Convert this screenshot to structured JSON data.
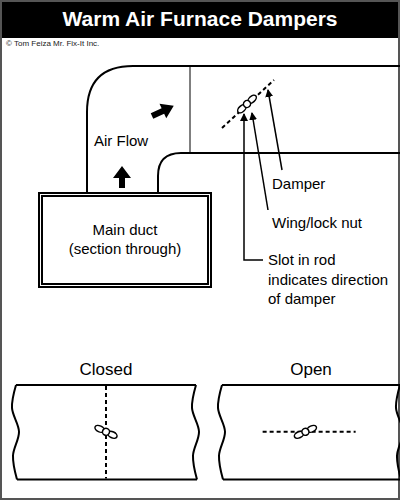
{
  "diagram": {
    "title": "Warm Air Furnace Dampers",
    "nodes": [
      {
        "text": [
          "Main duct (section through)"
        ]
      },
      {
        "text": [
          "Closed"
        ]
      },
      {
        "text": [
          "Open"
        ]
      }
    ],
    "labels": [
      "© Tom Feiza Mr. Fix-It Inc.",
      "Air Flow",
      "Damper",
      "Wing/lock nut",
      "Slot in rod indicates direction of damper"
    ]
  }
}
